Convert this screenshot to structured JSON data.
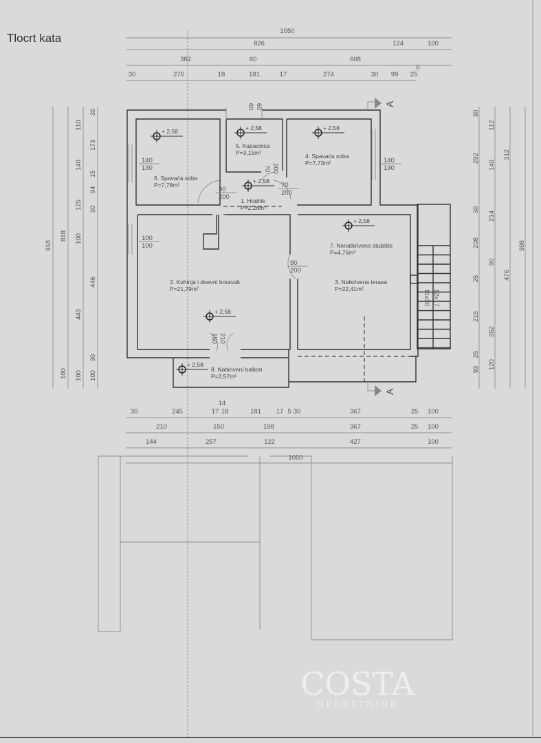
{
  "title": "Tlocrt kata",
  "dimensions": {
    "top": [
      [
        "1050"
      ],
      [
        "826",
        "124",
        "100"
      ],
      [
        "382",
        "60",
        "608",
        "0"
      ],
      [
        "30",
        "276",
        "18",
        "181",
        "17",
        "274",
        "30",
        "99",
        "25"
      ]
    ],
    "left": [
      [
        "918"
      ],
      [
        "818",
        "100"
      ],
      [
        "110",
        "140",
        "125",
        "100",
        "443",
        "100"
      ],
      [
        "30",
        "173",
        "15",
        "94",
        "30",
        "446",
        "30",
        "100"
      ]
    ],
    "right": [
      [
        "30",
        "292",
        "30",
        "208",
        "25",
        "215",
        "25",
        "93"
      ],
      [
        "112",
        "140",
        "214",
        "90",
        "352",
        "120"
      ],
      [
        "312",
        "476"
      ],
      [
        "908"
      ]
    ],
    "bottom": [
      [
        "30",
        "245",
        "14",
        "17",
        "18",
        "181",
        "17",
        "5",
        "30",
        "367",
        "25",
        "100"
      ],
      [
        "210",
        "150",
        "198",
        "367",
        "25",
        "100"
      ],
      [
        "144",
        "257",
        "122",
        "427",
        "100"
      ],
      [
        "1050"
      ]
    ]
  },
  "rooms": [
    {
      "name": "1. Hodnik",
      "area": "P=2,26m²"
    },
    {
      "name": "2. Kuhinja i dnevni boravak",
      "area": "P=21,79m²"
    },
    {
      "name": "3. Natkrivena terasa",
      "area": "P=22,41m²"
    },
    {
      "name": "4. Spavaća soba",
      "area": "P=7,73m²"
    },
    {
      "name": "5. Kupaonica",
      "area": "P=3,15m²"
    },
    {
      "name": "6. Spavaća soba",
      "area": "P=7,78m²"
    },
    {
      "name": "7. Nenatkriveno stubište",
      "area": "P=4,76m²"
    },
    {
      "name": "8. Natkriveni balkon",
      "area": "P=2,57m²"
    }
  ],
  "level_label": "+ 2,58",
  "openings": {
    "window_bedroom_6": [
      "140",
      "130"
    ],
    "window_bedroom_4": [
      "140",
      "130"
    ],
    "window_kitchen": [
      "100",
      "100"
    ],
    "door_bedroom_6": [
      "90",
      "200"
    ],
    "door_bedroom_4": [
      "70",
      "200"
    ],
    "door_bathroom": [
      "70",
      "200"
    ],
    "door_terrace": [
      "90",
      "200"
    ],
    "door_balcony": [
      "150",
      "210"
    ],
    "window_bathroom": [
      "60",
      "60"
    ]
  },
  "stairs": [
    "12x17",
    "11x30"
  ],
  "section_label": "A",
  "watermark": {
    "main": "COSTA",
    "sub": "NEKRETNINE"
  }
}
